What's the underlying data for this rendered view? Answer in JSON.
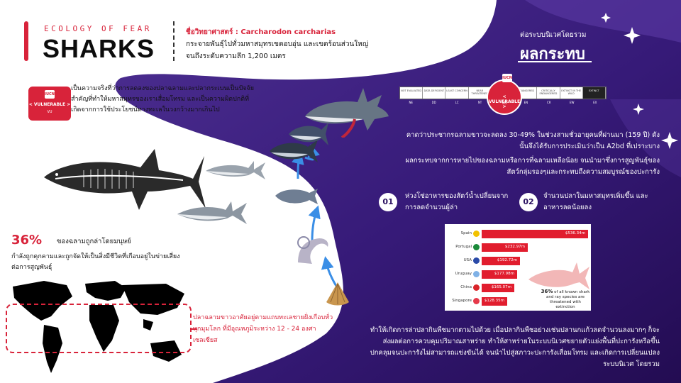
{
  "header": {
    "eyebrow": "ECOLOGY OF FEAR",
    "title": "SHARKS",
    "scientific_name": "ชื่อวิทยาศาสตร์ : Carcharodon carcharias",
    "range_text": "กระจายพันธุ์ไปทั่วมหาสมุทรเขตอบอุ่น และเขตร้อนส่วนใหญ่ จนถึงระดับความลึก 1,200 เมตร"
  },
  "impact": {
    "subtitle": "ต่อระบบนิเวศโดยรวม",
    "title": "ผลกระทบ"
  },
  "iucn": {
    "badge": "IUCN",
    "status_label": "< VULNERABLE >",
    "status_code": "VU",
    "scale": [
      {
        "label": "NOT EVALUATED",
        "code": "NE"
      },
      {
        "label": "DATA DEFICIENT",
        "code": "DD"
      },
      {
        "label": "LEAST CONCERN",
        "code": "LC"
      },
      {
        "label": "NEAR THREATENED",
        "code": "NT"
      },
      {
        "label": "VULNERABLE",
        "code": "VU"
      },
      {
        "label": "ENDANGERED",
        "code": "EN"
      },
      {
        "label": "CRITICALLY ENDANGERED",
        "code": "CR"
      },
      {
        "label": "EXTINCT IN THE WILD",
        "code": "EW"
      },
      {
        "label": "EXTINCT",
        "code": "EX"
      }
    ]
  },
  "intro_text": "เป็นความจริงที่ว่าการลดลงของปลาฉลามและปลากระเบนเป็นปัจจัยสำคัญที่ทำให้มหาสมุทรของเราเสื่อมโทรม และเป็นความผิดปกติที่เกิดจากการใช้ประโยชน์ทางทะเลในวงกว้างมากเกินไป",
  "threat": {
    "percent": "36%",
    "percent_label": "ของฉลามถูกล่าโดยมนุษย์",
    "desc": "กำลังถูกคุกคามและถูกจัดให้เป็นสิ่งมีชีวิตที่เกือบอยู่ในข่ายเสี่ยงต่อการสูญพันธุ์"
  },
  "habitat_text": "ปลาฉลามขาวอาศัยอยู่ตามแถบทะเลชายฝั่งเกือบทั่วทุกมุมโลก ที่มีอุณหภูมิระหว่าง 12 - 24 องศาเซลเซียส",
  "right_paragraphs": {
    "p1": "คาดว่าประชากรฉลามขาวจะลดลง 30-49% ในช่วงสามชั่วอายุคนที่ผ่านมา (159 ปี) ดังนั้นจึงได้รับการประเมินว่าเป็น A2bd ที่เปราะบาง",
    "p2": "ผลกระทบจากการหายไปของฉลามหรือการที่ฉลามเหลือน้อย จนนำมาซึ่งการสูญพันธุ์ของสัตว์กลุ่มรองๆและกระทบถึงความสมบูรณ์ของปะการัง",
    "p3": "ทำให้เกิดการล่าปลากินพืชมากตามไปด้วย เมื่อปลากินพืชอย่างเช่นปลานกแก้วลดจำนวนลงมากๆ ก็จะส่งผลต่อการควบคุมปริมาณสาหร่าย ทำให้สาหร่ายในระบบนิเวศขยายตัวแย่งพื้นที่ปะการังหรือขึ้นปกคลุมจนปะการังไม่สามารถแข่งขันได้ จนนำไปสู่สภาวะปะการังเสื่อมโทรม และเกิดการเปลี่ยนแปลงระบบนิเวศ โดยรวม"
  },
  "points": [
    {
      "num": "01",
      "text": "ห่วงโซ่อาหารของสัตว์น้ำเปลี่ยนจากการลดจำนวนผู้ล่า"
    },
    {
      "num": "02",
      "text": "จำนวนปลาในมหาสมุทรเพิ่มขึ้น และอาหารลดน้อยลง"
    }
  ],
  "chart_data": {
    "type": "bar",
    "orientation": "horizontal",
    "categories": [
      "Spain",
      "Portugal",
      "USA",
      "Uruguay",
      "China",
      "Singapore"
    ],
    "values": [
      536.34,
      232.97,
      192.72,
      177.98,
      165.07,
      128.35
    ],
    "value_labels": [
      "$536.34m",
      "$232.97m",
      "$192.72m",
      "$177.98m",
      "$165.07m",
      "$128.35m"
    ],
    "bar_color": "#e11d2e",
    "note_pct": "36%",
    "note_text": "of all known shark and ray species are threatened with extinction"
  },
  "colors": {
    "accent_red": "#d8233a",
    "purple_dark": "#2b0f5e",
    "purple_mid": "#4a2b8c",
    "arrow_blue": "#3a8ee6"
  }
}
